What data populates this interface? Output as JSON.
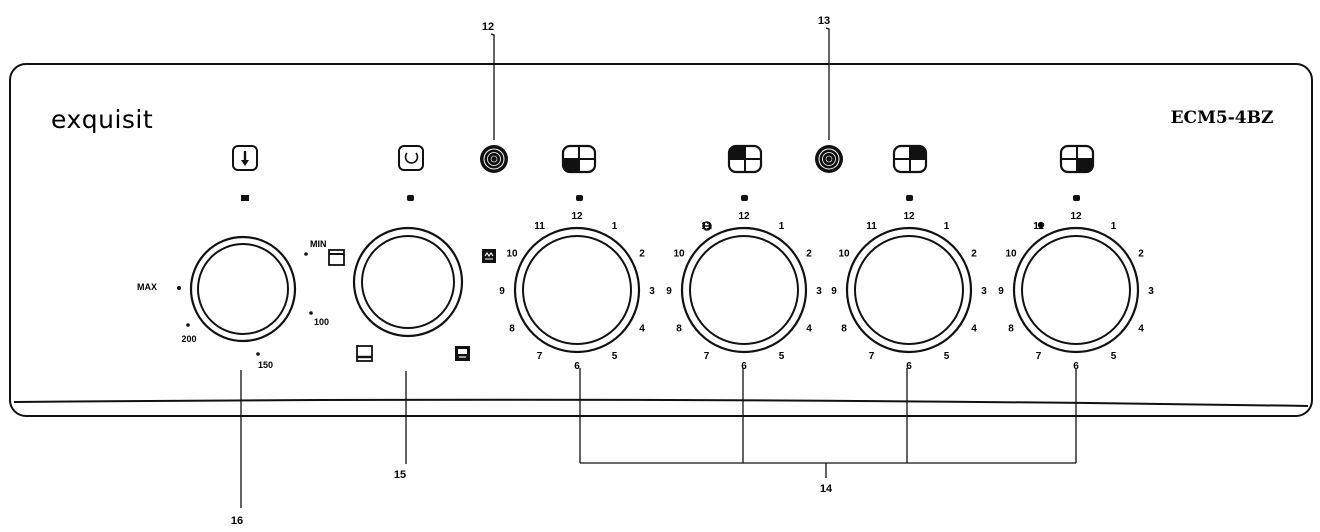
{
  "panel": {
    "brand": "exquisit",
    "model": "ECM5-4BZ"
  },
  "callouts": [
    "12",
    "13",
    "14",
    "15",
    "16"
  ],
  "dial_scale": [
    "1",
    "2",
    "3",
    "4",
    "5",
    "6",
    "7",
    "8",
    "9",
    "10",
    "11",
    "12"
  ],
  "thermostat_scale": {
    "min": "MIN",
    "max": "MAX",
    "t100": "100",
    "t150": "150",
    "t200": "200"
  },
  "colors": {
    "line": "#111111",
    "background": "#ffffff"
  }
}
